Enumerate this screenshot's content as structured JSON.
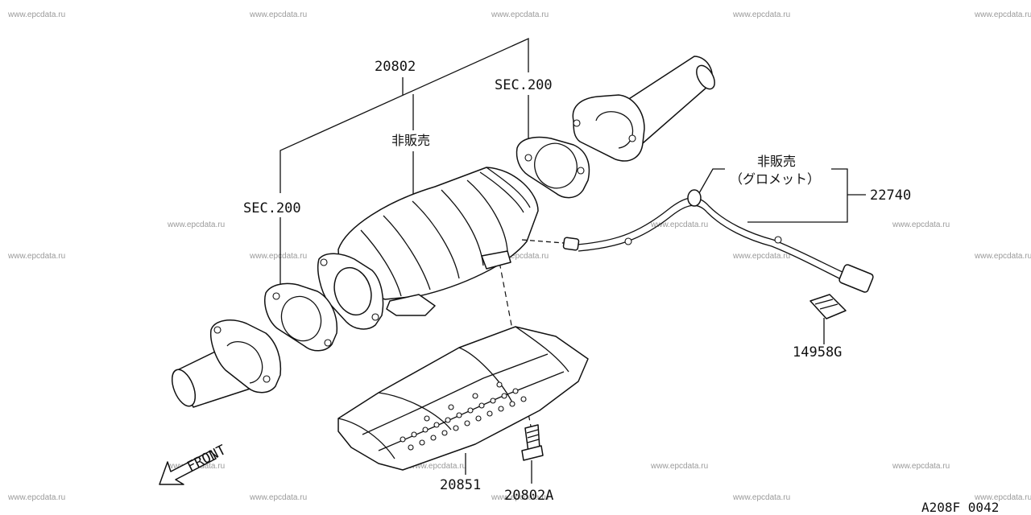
{
  "watermark": "www.epcdata.ru",
  "labels": {
    "catalyst_part": "20802",
    "sec_upper": "SEC.200",
    "sec_left": "SEC.200",
    "not_sold_1": "非販売",
    "not_sold_2": "非販売",
    "grommet_note": "（グロメット）",
    "sensor_part": "22740",
    "clip_part": "14958G",
    "heat_shield_part": "20851",
    "bolt_part": "20802A",
    "front": "FRONT"
  },
  "diagram_code": "A208F 0042"
}
